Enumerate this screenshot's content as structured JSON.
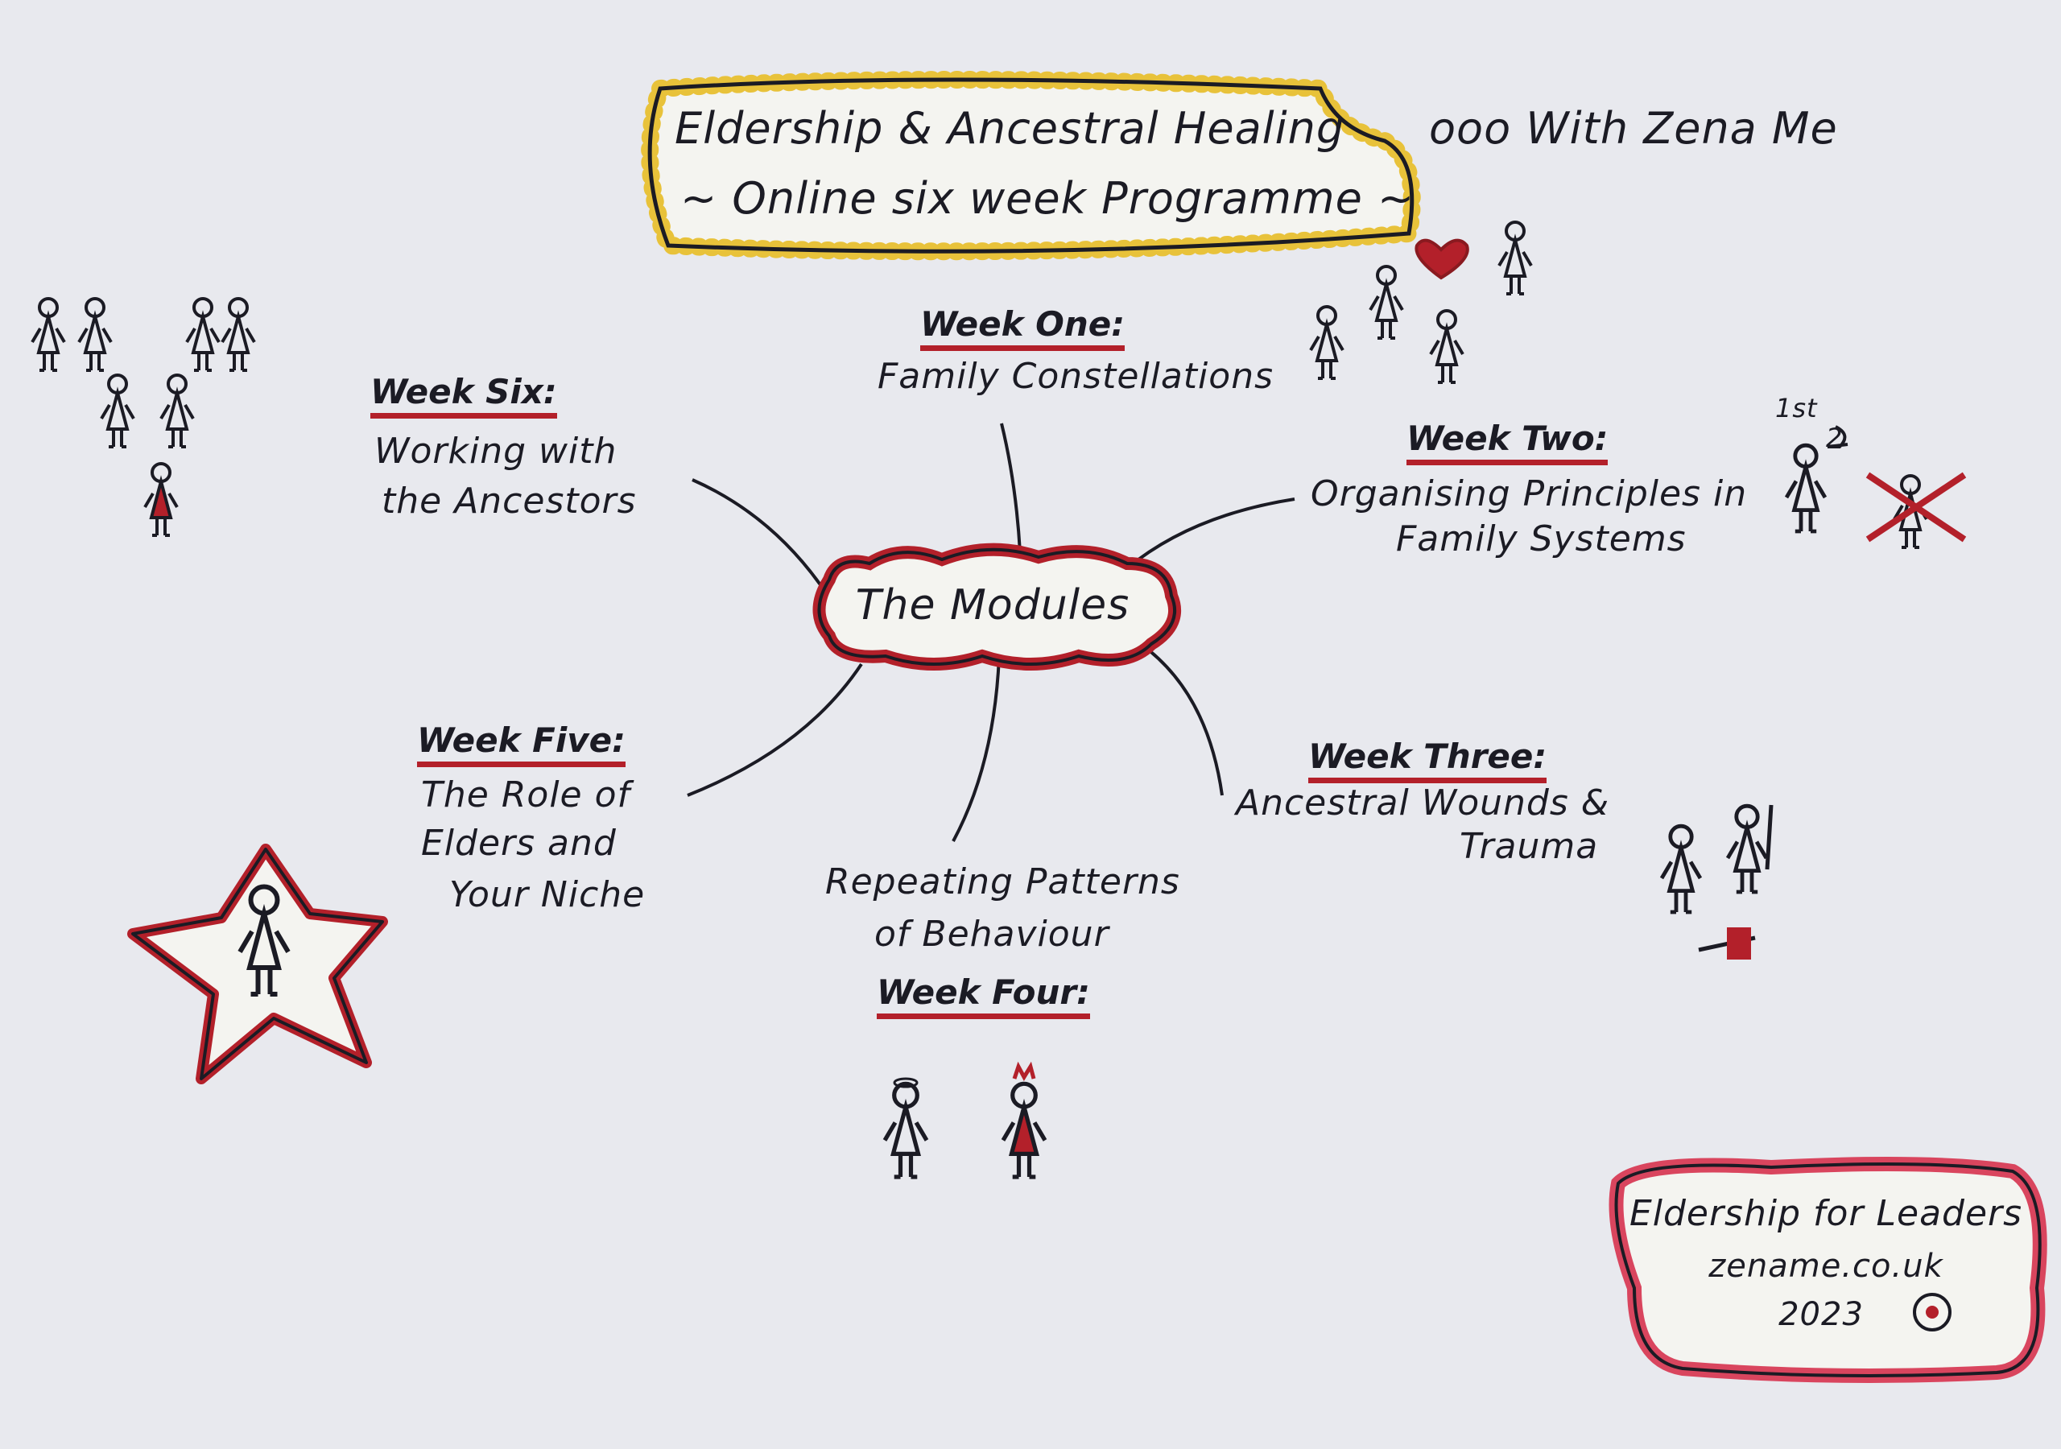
{
  "title": {
    "line1": "Eldership & Ancestral Healing",
    "line2": "~ Online six week Programme ~",
    "byline": "ooo With Zena Me"
  },
  "center": {
    "label": "The Modules"
  },
  "modules": {
    "week_one": {
      "label": "Week One:",
      "lines": [
        "Family Constellations"
      ]
    },
    "week_two": {
      "label": "Week Two:",
      "lines": [
        "Organising Principles in",
        "Family Systems"
      ]
    },
    "week_three": {
      "label": "Week Three:",
      "lines": [
        "Ancestral Wounds &",
        "Trauma"
      ]
    },
    "week_four": {
      "label": "Week Four:",
      "lines": [
        "Repeating Patterns",
        "of Behaviour"
      ]
    },
    "week_five": {
      "label": "Week Five:",
      "lines": [
        "The Role of",
        "Elders and",
        "Your Niche"
      ]
    },
    "week_six": {
      "label": "Week Six:",
      "lines": [
        "Working with",
        "the Ancestors"
      ]
    }
  },
  "annotations": {
    "first": "1st",
    "second": "2"
  },
  "footer": {
    "line1": "Eldership for Leaders",
    "line2": "zename.co.uk",
    "line3": "2023"
  },
  "colors": {
    "ink": "#1b1b24",
    "red": "#b3202a",
    "yellow": "#e8c23a",
    "pink": "#d9455e",
    "paper": "#e8e9ee"
  }
}
